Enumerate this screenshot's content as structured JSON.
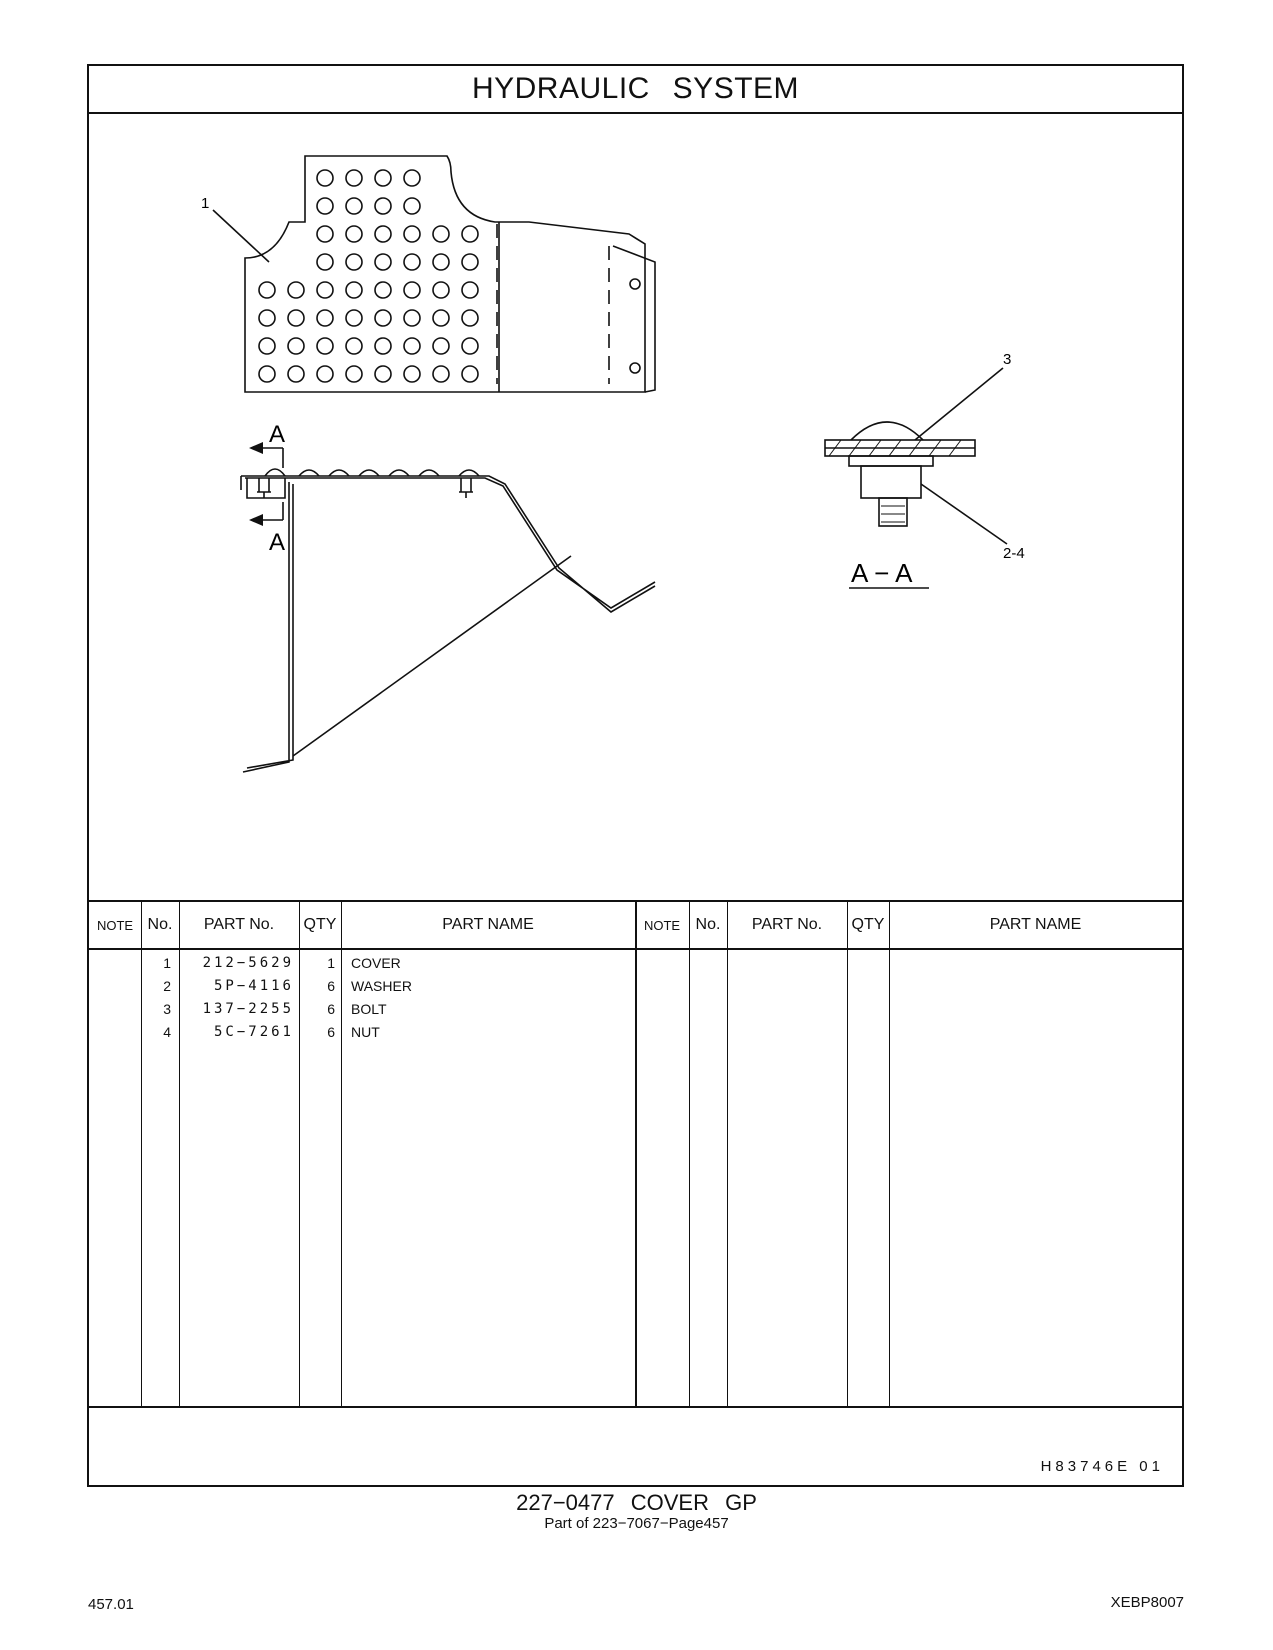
{
  "header": {
    "title": "HYDRAULIC   SYSTEM"
  },
  "illustration": {
    "callouts": [
      "1",
      "3",
      "2-4"
    ],
    "section_marker": "A",
    "section_label": "A − A"
  },
  "table": {
    "headers": [
      "NOTE",
      "No.",
      "PART No.",
      "QTY",
      "PART NAME"
    ],
    "rows": [
      {
        "no": "1",
        "part_no": "212−5629",
        "qty": "1",
        "name": "COVER"
      },
      {
        "no": "2",
        "part_no": "5P−4116",
        "qty": "6",
        "name": "WASHER"
      },
      {
        "no": "3",
        "part_no": "137−2255",
        "qty": "6",
        "name": "BOLT"
      },
      {
        "no": "4",
        "part_no": "5C−7261",
        "qty": "6",
        "name": "NUT"
      }
    ]
  },
  "footer": {
    "drawing_code": "H83746E   01",
    "group_title": "227−0477   COVER  GP",
    "part_of": "Part of 223−7067−Page457",
    "page": "457.01",
    "doc_code": "XEBP8007"
  }
}
